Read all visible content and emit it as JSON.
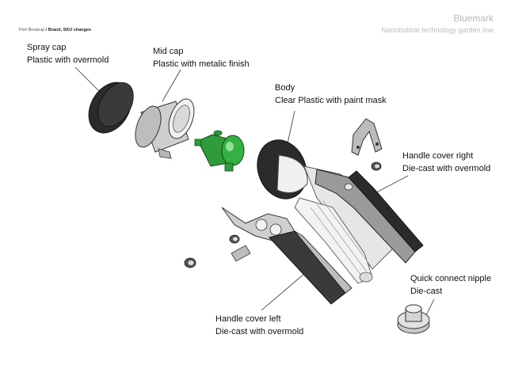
{
  "header": {
    "brand": "Bluemark",
    "tagline": "Nanobubble technology garden line",
    "breadcrumb_section": "Part Breakup",
    "breadcrumb_separator": " / ",
    "breadcrumb_page": "Brand, SKU changes"
  },
  "callouts": {
    "spray_cap": {
      "name": "Spray cap",
      "material": "Plastic with overmold"
    },
    "mid_cap": {
      "name": "Mid cap",
      "material": "Plastic with metalic finish"
    },
    "body": {
      "name": "Body",
      "material": "Clear Plastic with paint mask"
    },
    "handle_cover_right": {
      "name": "Handle cover right",
      "material": "Die-cast with overmold"
    },
    "quick_connect_nipple": {
      "name": "Quick connect nipple",
      "material": "Die-cast"
    },
    "handle_cover_left": {
      "name": "Handle cover left",
      "material": "Die-cast with overmold"
    }
  },
  "colors": {
    "overmold": "#2b2b2b",
    "metal": "#c9c9c9",
    "green_part": "#2e9c3a",
    "clear_plastic": "#e6e6e6",
    "leader_line": "#333333"
  }
}
